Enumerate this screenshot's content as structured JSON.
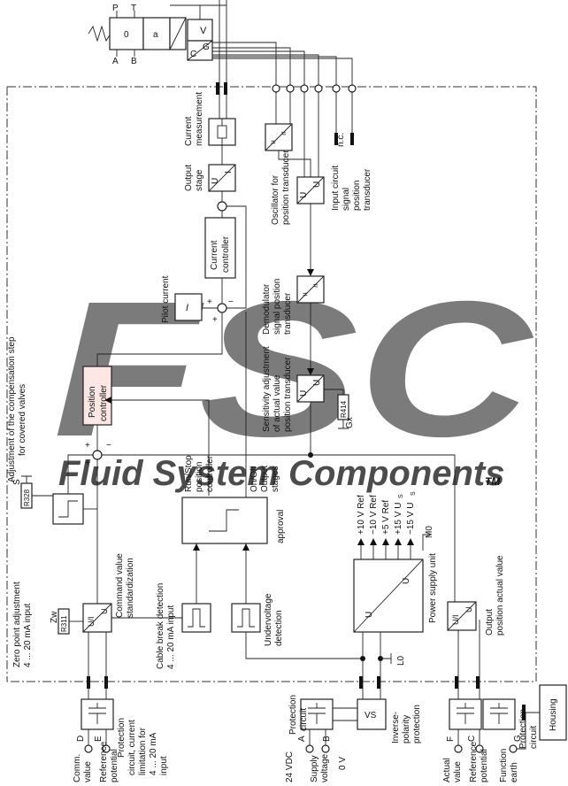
{
  "watermark": {
    "brand_letters": "FSC",
    "brand_text": "Fluid System Components",
    "trademark": "TM",
    "colors": {
      "red": "#e8a9a4",
      "gray": "#d8d8d8"
    }
  },
  "valve": {
    "p": "P",
    "t": "T",
    "a": "A",
    "b": "B",
    "zero": "0",
    "a_side": "a",
    "port_c": "C",
    "port_g": "G",
    "port_v": "V"
  },
  "labels": {
    "current_measurement": [
      "Current",
      "measurement"
    ],
    "output_stage": [
      "Output",
      "stage"
    ],
    "current_controller": [
      "Current",
      "controller"
    ],
    "pilot_current": "Pilot current",
    "oscillator": [
      "Oscillator for",
      "position transducer"
    ],
    "input_circuit": [
      "Input circuit",
      "signal",
      "position",
      "transducer"
    ],
    "nc": "n.c.",
    "demodulator": [
      "Demodulator",
      "signal position",
      "transducer"
    ],
    "sensitivity": [
      "Sensitivity adjustment",
      "of actual value",
      "position transducer"
    ],
    "position_controller": [
      "Position",
      "controller"
    ],
    "adjust_comp": [
      "Adjustment of the compensation step",
      "for covered valves"
    ],
    "run_stop": [
      "Run/Stop",
      "position",
      "controller"
    ],
    "on_off": [
      "On/Off",
      "Output",
      "stages"
    ],
    "approval": "approval",
    "command_value_std": [
      "Command value",
      "standardization"
    ],
    "cable_break": [
      "Cable break detection",
      "4 ... 20 mA input"
    ],
    "zero_point": [
      "Zero point adjustment",
      "4 ... 20 mA input"
    ],
    "undervoltage": [
      "Undervoltage",
      "detection"
    ],
    "power_supply_unit": "Power supply unit",
    "output_pos": [
      "Output",
      "position actual value"
    ],
    "protection_left": [
      "Protection",
      "circuit, current",
      "limitation for",
      "4 ... 20 mA",
      "input"
    ],
    "protection_mid": [
      "Protection",
      "circuit"
    ],
    "inverse_polarity": [
      "Inverse-",
      "polarity",
      "protection"
    ],
    "protection_right": [
      "Protection",
      "circuit"
    ],
    "housing": "Housing",
    "comm_value": [
      "Comm.",
      "value"
    ],
    "reference_potential": [
      "Reference",
      "potential"
    ],
    "v24": "24 VDC",
    "supply_voltage": [
      "Supply",
      "voltage"
    ],
    "v0": "0 V",
    "actual_value": [
      "Actual",
      "value"
    ],
    "function_earth": [
      "Function",
      "earth"
    ],
    "lo": "L0",
    "mo": "M0",
    "ref_voltages": [
      "+10 V Ref",
      "−10 V Ref",
      "+5 V Ref",
      "+15 V U",
      "−15 V U"
    ],
    "ref_sub": "S",
    "r328": "R328",
    "r311": "R311",
    "r414": "R414",
    "s_mark": "S",
    "zw": "Zw",
    "gx": "Gx",
    "terminals": {
      "d": "D",
      "e": "E",
      "a": "A",
      "b": "B",
      "f": "F",
      "c": "C",
      "g": "G"
    },
    "box_u": "U",
    "box_i": "I",
    "box_ui": "U/I",
    "box_vs": "VS",
    "eq": "=",
    "approx": "≈",
    "plus": "+",
    "minus": "−"
  }
}
